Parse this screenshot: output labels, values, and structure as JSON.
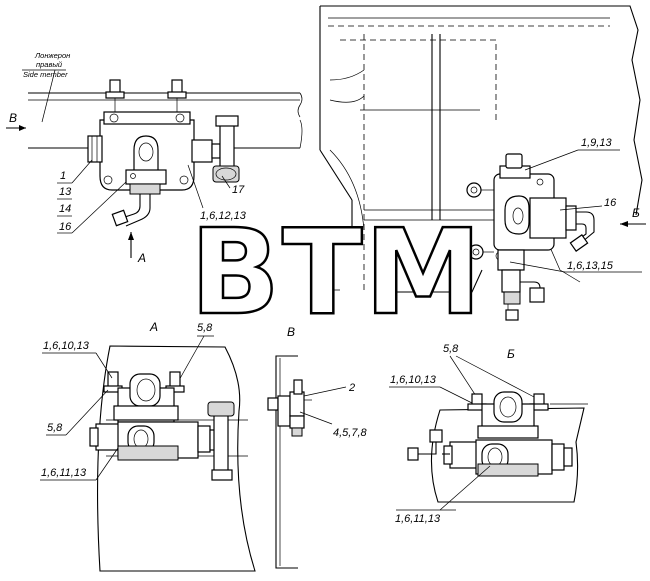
{
  "watermark": "BTM",
  "side_member": {
    "ru_line1": "Лонжерон",
    "ru_line2": "правый",
    "en": "Side member"
  },
  "top_left": {
    "view_arrow_left": "B",
    "view_arrow_bottom": "A",
    "labels": [
      "1",
      "13",
      "14",
      "16"
    ],
    "label_17": "17",
    "label_1_6_12_13": "1,6,12,13"
  },
  "top_right": {
    "label_1_9_13": "1,9,13",
    "label_16": "16",
    "view_arrow_right": "Б",
    "label_1_6_13_15": "1,6,13,15"
  },
  "view_a": {
    "title": "A",
    "label_5_8_top": "5,8",
    "label_1_6_10_13": "1,6,10,13",
    "label_5_8_left": "5,8",
    "label_1_6_11_13": "1,6,11,13"
  },
  "view_b": {
    "title": "B",
    "label_2": "2",
    "label_4_5_7_8": "4,5,7,8"
  },
  "view_be": {
    "title": "Б",
    "label_5_8": "5,8",
    "label_1_6_10_13": "1,6,10,13",
    "label_1_6_11_13": "1,6,11,13"
  }
}
